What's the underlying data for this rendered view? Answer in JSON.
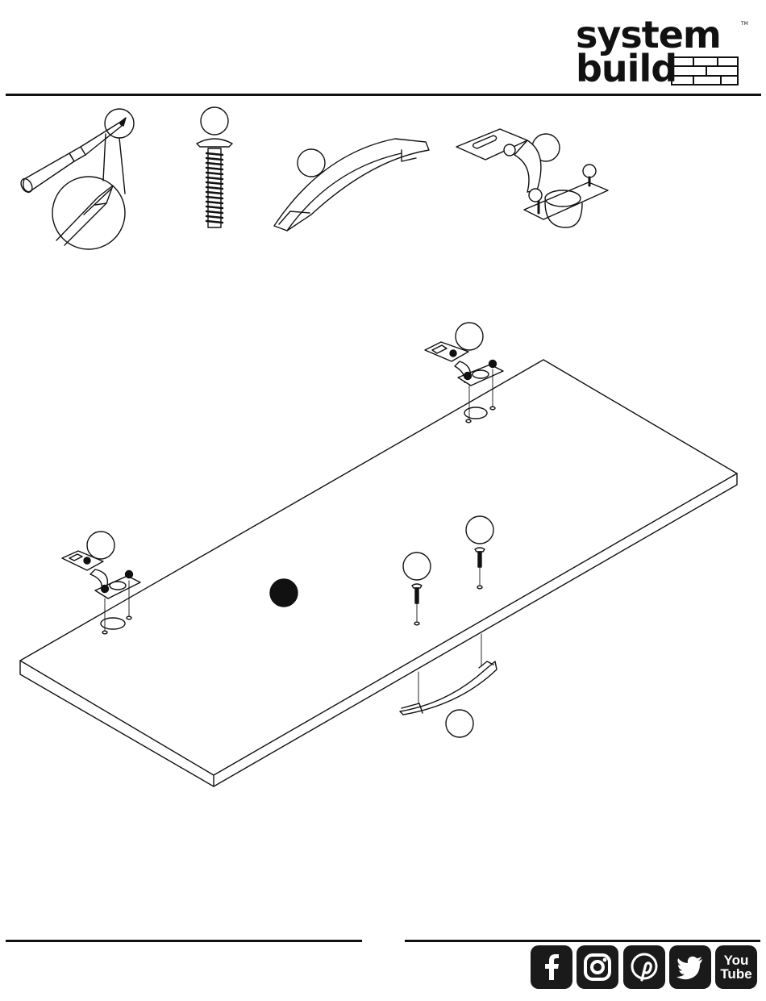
{
  "brand": {
    "line1": "system",
    "line2": "build",
    "trademark": "TM"
  },
  "tools": [
    {
      "name": "screwdriver",
      "icon": "phillips-screwdriver-icon"
    },
    {
      "name": "machine-screw",
      "icon": "screw-icon"
    },
    {
      "name": "handle",
      "icon": "arched-handle-icon"
    },
    {
      "name": "hinge",
      "icon": "concealed-hinge-icon"
    }
  ],
  "social": {
    "icons": [
      "facebook-icon",
      "instagram-icon",
      "pinterest-icon",
      "twitter-icon",
      "youtube-icon"
    ],
    "youtube_line1": "You",
    "youtube_line2": "Tube"
  },
  "colors": {
    "ink": "#111111",
    "paper": "#ffffff",
    "social_bg": "#1a1a1a"
  }
}
